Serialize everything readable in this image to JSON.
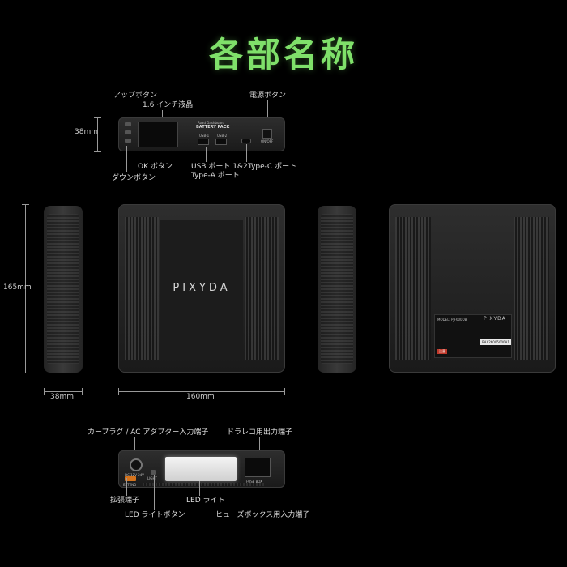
{
  "title": "各部名称",
  "top_view": {
    "labels": {
      "up_button": "アップボタン",
      "lcd": "1.6 インチ液晶",
      "power_button": "電源ボタン",
      "ok_button": "OK ボタン",
      "down_button": "ダウンボタン",
      "usb_ports": "USB ポート 1&2",
      "usb_ports_type": "Type-A ポート",
      "typec_port": "Type-C ポート"
    },
    "height_dim": "38mm",
    "device_text": {
      "brand_small": "Road Dashboard",
      "battery_pack": "BATTERY PACK",
      "usb1": "USB-1",
      "usb2": "USB-2",
      "onoff": "ON/OFF"
    }
  },
  "views": {
    "side_height": "165mm",
    "side_width": "38mm",
    "front_width": "160mm",
    "brand": "PIXYDA",
    "back_brand": "PIXYDA",
    "model": "MODEL: PJF600DB",
    "serial": "BAX26005000A1",
    "warning": "注意"
  },
  "bottom_view": {
    "labels": {
      "car_plug": "カープラグ / AC アダプター入力端子",
      "dashcam_out": "ドラレコ用出力端子",
      "expansion": "拡張端子",
      "led_button": "LED ライトボタン",
      "led_light": "LED ライト",
      "fuse_box": "ヒューズボックス用入力端子"
    },
    "device_text": {
      "input": "DC 12V-24V",
      "ext": "EXTEND",
      "light": "LIGHT",
      "fuse": "FUSE BOX"
    }
  }
}
